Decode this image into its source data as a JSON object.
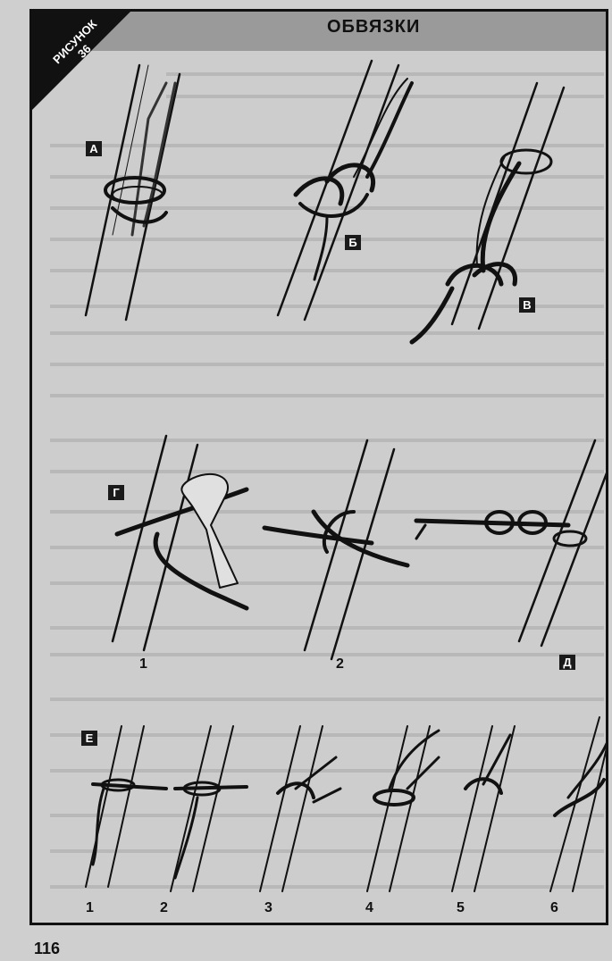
{
  "header": {
    "title": "ОБВЯЗКИ",
    "figure_label": "РИСУНОК",
    "figure_number": "36"
  },
  "labels": {
    "a": "А",
    "b": "Б",
    "v": "В",
    "g": "Г",
    "d": "Д",
    "e": "Е"
  },
  "row_g_steps": [
    "1",
    "2"
  ],
  "row_e_steps": [
    "1",
    "2",
    "3",
    "4",
    "5",
    "6"
  ],
  "page_number": "116",
  "colors": {
    "background": "#cdcdcd",
    "header_bar": "#9a9a9a",
    "ink": "#111111"
  }
}
